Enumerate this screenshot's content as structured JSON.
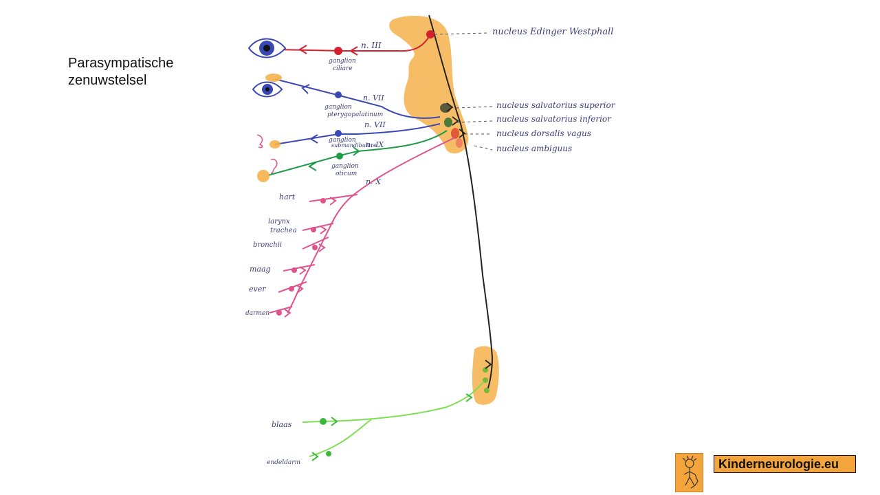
{
  "title": {
    "line1": "Parasympatische",
    "line2": "zenuwstelsel"
  },
  "nuclei": {
    "edinger_westphal": "nucleus Edinger Westphall",
    "salvatorius_superior": "nucleus salvatorius superior",
    "salvatorius_inferior": "nucleus salvatorius inferior",
    "dorsalis_vagus": "nucleus dorsalis vagus",
    "ambiguus": "nucleus ambiguus"
  },
  "nerves": {
    "n3": "n. III",
    "n7a": "n. VII",
    "n7b": "n. VII",
    "n9": "n. IX",
    "n10": "n. X"
  },
  "ganglia": {
    "ciliare": [
      "ganglion",
      "ciliare"
    ],
    "pterygopalatinum": [
      "ganglion",
      "pterygopalatinum"
    ],
    "submandibulare": [
      "ganglion",
      "submandibulare"
    ],
    "oticum": [
      "ganglion",
      "oticum"
    ]
  },
  "organs": {
    "hart": "hart",
    "larynx": [
      "larynx",
      "trachea"
    ],
    "bronchii": "bronchii",
    "maag": "maag",
    "lever": "ever",
    "darmen": "darmen",
    "blaas": "blaas",
    "endeldarm": "endeldarm"
  },
  "logo": {
    "text": "Kinderneurologie.eu"
  },
  "colors": {
    "orange_tissue": "#f5b14b",
    "red": "#d2202f",
    "blue": "#3a48b5",
    "green": "#1f9a48",
    "pink": "#e0528c",
    "light_green": "#7be050",
    "black": "#222222",
    "logo_orange": "#f3a43a"
  }
}
